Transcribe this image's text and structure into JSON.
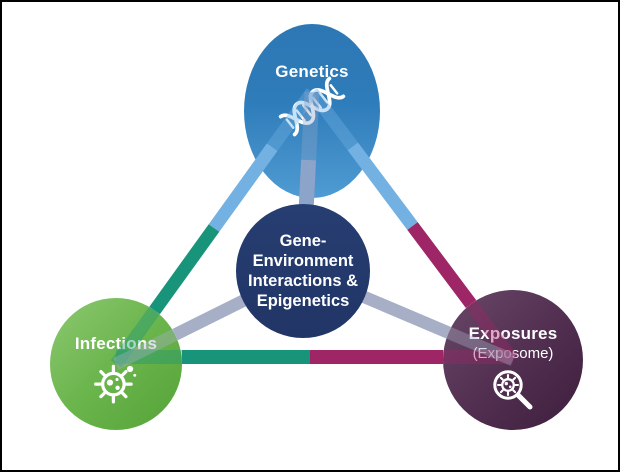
{
  "diagram_title": "Gene-Environment Interactions and Epigenetics diagram",
  "colors": {
    "light_blue": "#72B1E2",
    "teal": "#18947A",
    "maroon": "#9E2566",
    "steel_blue": "#8CA4C9",
    "gray_spoke": "#A7AFC6",
    "genetics_blue": "#2E7CBA",
    "center_navy": "#243A6D",
    "infections_green": "#6AB54C",
    "exposures_purple": "#4A2749",
    "text": "#FFFFFF",
    "frame_border": "#000000"
  },
  "icons": {
    "genetics": "dna-helix",
    "infections": "virus",
    "exposures": "magnifier-virus"
  },
  "nodes": {
    "genetics": {
      "label": "Genetics"
    },
    "center": {
      "line1": "Gene-",
      "line2": "Environment",
      "line3": "Interactions &",
      "line4": "Epigenetics"
    },
    "infections": {
      "label": "Infections"
    },
    "exposures": {
      "label": "Exposures",
      "sublabel": "(Exposome)"
    }
  }
}
